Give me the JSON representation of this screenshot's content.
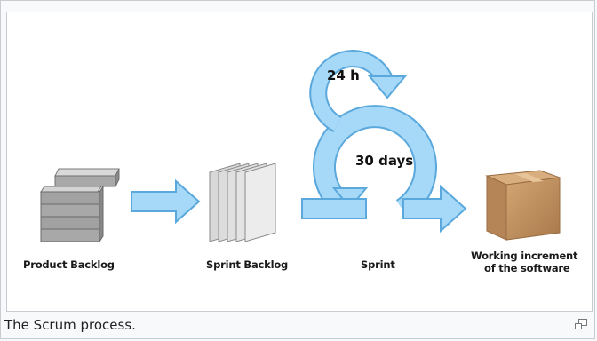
{
  "caption": "The Scrum process.",
  "diagram": {
    "stages": [
      {
        "label": "Product Backlog"
      },
      {
        "label": "Sprint Backlog"
      },
      {
        "label": "Sprint"
      },
      {
        "label_line1": "Working increment",
        "label_line2": "of the software"
      }
    ],
    "cycles": {
      "daily": "24 h",
      "sprint": "30 days"
    }
  },
  "icons": {
    "magnify": "enlarge-icon"
  },
  "colors": {
    "arrow_fill": "#a6d8f8",
    "arrow_stroke": "#5aa8dc",
    "box": "#c69561"
  }
}
